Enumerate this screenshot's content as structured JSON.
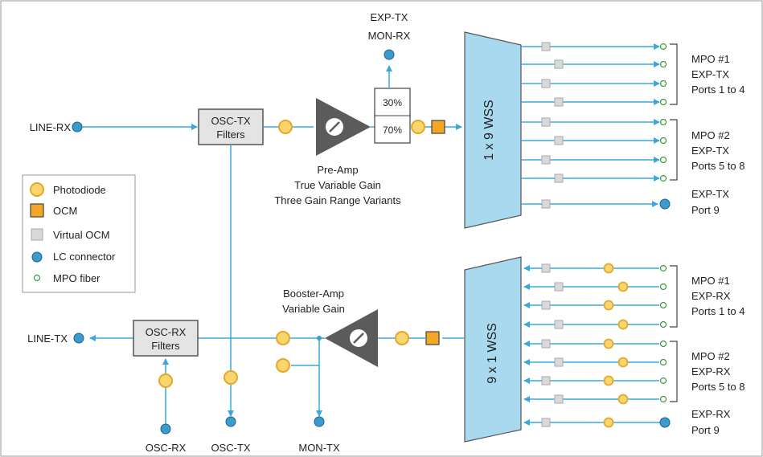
{
  "title_labels": {
    "exp_tx_top": "EXP-TX",
    "mon_rx": "MON-RX",
    "line_rx": "LINE-RX",
    "line_tx": "LINE-TX",
    "osc_rx": "OSC-RX",
    "osc_tx": "OSC-TX",
    "mon_tx": "MON-TX"
  },
  "blocks": {
    "osc_tx_filters": [
      "OSC-TX",
      "Filters"
    ],
    "osc_rx_filters": [
      "OSC-RX",
      "Filters"
    ],
    "splitter_30": "30%",
    "splitter_70": "70%",
    "wss_top": "1 x 9 WSS",
    "wss_bottom": "9 x 1 WSS"
  },
  "amp_labels": {
    "pre_amp": [
      "Pre-Amp",
      "True Variable Gain",
      "Three Gain Range Variants"
    ],
    "booster_amp": [
      "Booster-Amp",
      "Variable Gain"
    ]
  },
  "port_groups": {
    "tx_group1": [
      "MPO #1",
      "EXP-TX",
      "Ports 1 to 4"
    ],
    "tx_group2": [
      "MPO #2",
      "EXP-TX",
      "Ports 5 to 8"
    ],
    "tx_port9": [
      "EXP-TX",
      "Port 9"
    ],
    "rx_group1": [
      "MPO #1",
      "EXP-RX",
      "Ports 1 to 4"
    ],
    "rx_group2": [
      "MPO #2",
      "EXP-RX",
      "Ports 5 to 8"
    ],
    "rx_port9": [
      "EXP-RX",
      "Port 9"
    ]
  },
  "legend": {
    "items": [
      {
        "label": "Photodiode",
        "icon": "photodiode-icon"
      },
      {
        "label": "OCM",
        "icon": "ocm-icon"
      },
      {
        "label": "Virtual OCM",
        "icon": "virtual-ocm-icon"
      },
      {
        "label": "LC connector",
        "icon": "lc-connector-icon"
      },
      {
        "label": "MPO fiber",
        "icon": "mpo-fiber-icon"
      }
    ]
  },
  "colors": {
    "line": "#3aa8dc",
    "wss_fill": "#a8d9ee",
    "photodiode_fill": "#f9d56e",
    "photodiode_stroke": "#e3a82a",
    "ocm_fill": "#f5a623",
    "lc_fill": "#3a9bd0",
    "amp_fill": "#5b5b5b",
    "mpo_stroke": "#3e9a3e",
    "voc_fill": "#d9d9d9"
  }
}
